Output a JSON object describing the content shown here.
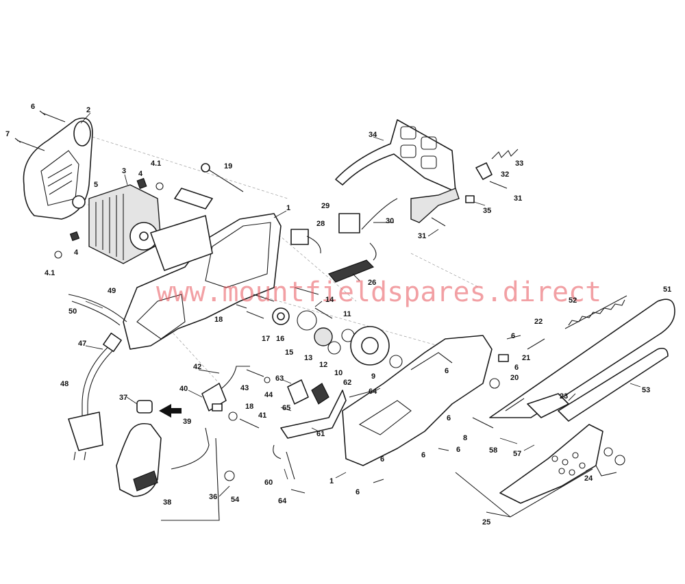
{
  "watermark": "www.mountfieldspares.direct",
  "callouts": [
    "6",
    "2",
    "7",
    "3",
    "4",
    "4.1",
    "5",
    "4",
    "4.1",
    "19",
    "1",
    "34",
    "33",
    "32",
    "31",
    "35",
    "31",
    "29",
    "28",
    "30",
    "26",
    "14",
    "18",
    "17",
    "16",
    "15",
    "13",
    "11",
    "12",
    "10",
    "9",
    "49",
    "50",
    "47",
    "48",
    "42",
    "43",
    "44",
    "40",
    "18",
    "41",
    "39",
    "37",
    "38",
    "36",
    "54",
    "63",
    "62",
    "64",
    "65",
    "61",
    "60",
    "64",
    "1",
    "6",
    "6",
    "6",
    "6",
    "6",
    "6",
    "6",
    "8",
    "22",
    "21",
    "6",
    "20",
    "52",
    "51",
    "53",
    "23",
    "58",
    "57",
    "24",
    "25"
  ]
}
